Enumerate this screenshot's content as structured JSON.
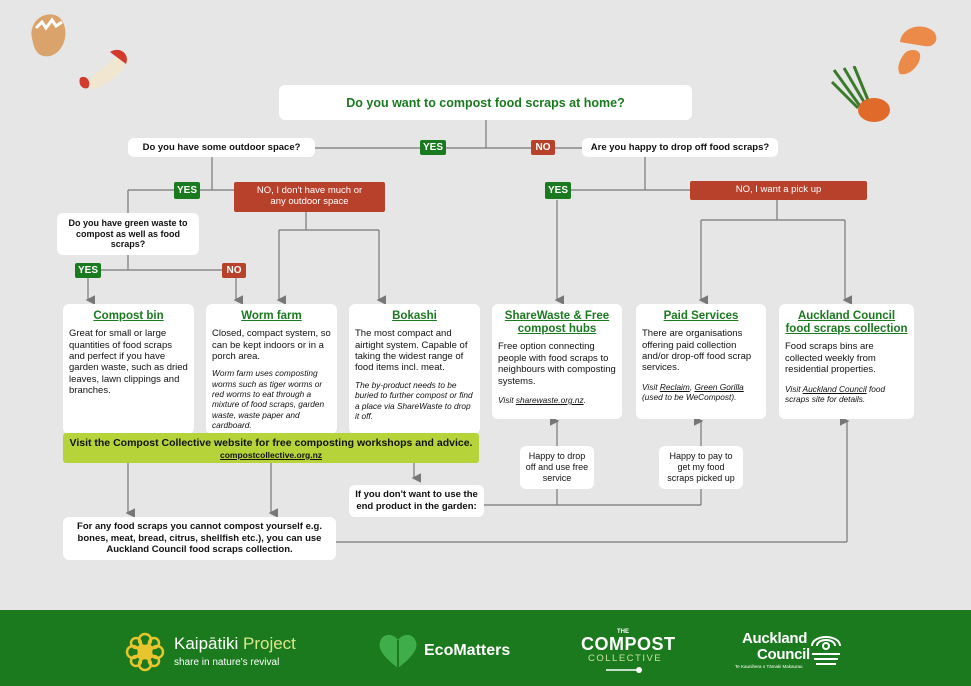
{
  "main_question": "Do you want to compost food scraps at home?",
  "q_outdoor": "Do you have some outdoor space?",
  "q_dropoff": "Are you happy to drop off food scraps?",
  "q_green": "Do you have green waste to compost as well as food scraps?",
  "tags": {
    "yes": "YES",
    "no": "NO",
    "no_outdoor": "NO, I don't have much or any outdoor space",
    "no_pickup": "NO, I want  a pick up"
  },
  "cards": {
    "compost_bin": {
      "title": "Compost bin",
      "body": "Great for small or large quantities of food scraps and perfect if you have garden waste, such as dried leaves, lawn clippings and branches."
    },
    "worm_farm": {
      "title": "Worm farm",
      "body": "Closed, compact system, so can be kept indoors or in a porch area.",
      "note": "Worm farm uses composting worms such as tiger worms or red worms to eat through a mixture of food scraps, garden waste, waste paper and cardboard."
    },
    "bokashi": {
      "title": "Bokashi",
      "body": "The most compact and airtight system. Capable of taking the widest range of food items incl. meat.",
      "note": "The by-product needs to be buried to further compost or find a place via ShareWaste to drop it off."
    },
    "sharewaste": {
      "title": "ShareWaste & Free compost hubs",
      "body": "Free option connecting people with food scraps to neighbours with composting systems.",
      "note_prefix": "Visit ",
      "link": "sharewaste.org.nz",
      "note_suffix": "."
    },
    "paid": {
      "title": "Paid Services",
      "body": "There are organisations offering paid collection and/or drop-off food scrap services.",
      "note_prefix": "Visit ",
      "link1": "Reclaim",
      "sep": ", ",
      "link2": "Green Gorilla",
      "note_suffix": " (used to be WeCompost)."
    },
    "council": {
      "title": "Auckland Council food scraps collection",
      "body": "Food scraps bins are collected weekly from residential properties.",
      "note_prefix": "Visit ",
      "link": "Auckland Council",
      "note_suffix": " food scraps site for details."
    }
  },
  "banner": {
    "text": "Visit the Compost Collective website for free composting workshops and advice.",
    "link": "compostcollective.org.nz"
  },
  "small_boxes": {
    "happy_drop": "Happy to drop off and use free service",
    "happy_pay": "Happy to pay to get my food scraps picked up",
    "end_product": "If you don't want to use the end product in the garden:",
    "for_any": "For any food scraps you cannot compost yourself e.g. bones, meat, bread, citrus, shellfish etc.), you can use Auckland Council food scraps collection."
  },
  "footer": {
    "kaipatiki_name": "Kaipātiki",
    "kaipatiki_project": " Project",
    "kaipatiki_tagline": "share in nature's revival",
    "ecomatters": "EcoMatters",
    "compost_the": "THE",
    "compost_word": "COMPOST",
    "compost_collective": "COLLECTIVE",
    "auckland": "Auckland",
    "council": "Council",
    "council_sub": "Te Kaunihera o Tāmaki Makaurau"
  },
  "colors": {
    "green": "#1a7a1f",
    "red": "#b8412b",
    "lime": "#b7d33a",
    "footer": "#1b7a1d"
  }
}
